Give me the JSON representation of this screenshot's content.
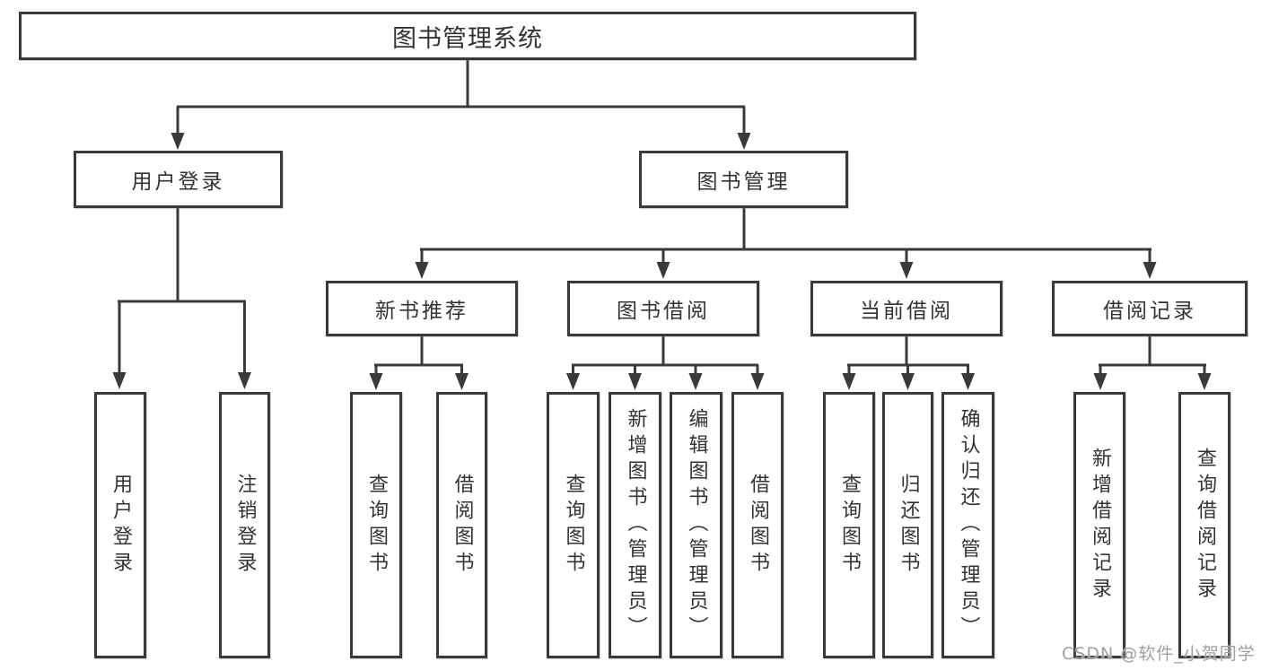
{
  "colors": {
    "background": "#ffffff",
    "line": "#3a3a3a",
    "box_border": "#3a3a3a",
    "text": "#333333",
    "watermark": "#a0a0a0"
  },
  "diagram": {
    "root": {
      "label": "图书管理系统"
    },
    "branches": [
      {
        "label": "用户登录",
        "children": [
          {
            "label": "用户登录"
          },
          {
            "label": "注销登录"
          }
        ]
      },
      {
        "label": "图书管理",
        "groups": [
          {
            "label": "新书推荐",
            "children": [
              {
                "label": "查询图书"
              },
              {
                "label": "借阅图书"
              }
            ]
          },
          {
            "label": "图书借阅",
            "children": [
              {
                "label": "查询图书"
              },
              {
                "label": "新增图书（管理员）"
              },
              {
                "label": "编辑图书（管理员）"
              },
              {
                "label": "借阅图书"
              }
            ]
          },
          {
            "label": "当前借阅",
            "children": [
              {
                "label": "查询图书"
              },
              {
                "label": "归还图书"
              },
              {
                "label": "确认归还（管理员）"
              }
            ]
          },
          {
            "label": "借阅记录",
            "children": [
              {
                "label": "新增借阅记录"
              },
              {
                "label": "查询借阅记录"
              }
            ]
          }
        ]
      }
    ]
  },
  "watermark": {
    "text": "CSDN @软件_小贺同学"
  }
}
